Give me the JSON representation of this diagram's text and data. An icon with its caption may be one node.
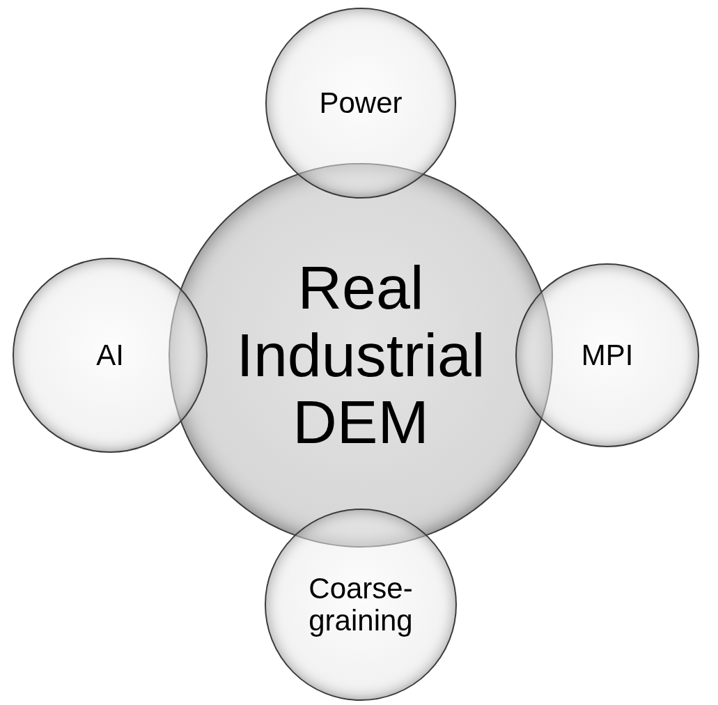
{
  "diagram": {
    "nodes": [
      {
        "text": [
          "Real Industrial DEM"
        ]
      },
      {
        "text": [
          "Power"
        ]
      },
      {
        "text": [
          "AI"
        ]
      },
      {
        "text": [
          "MPI"
        ]
      },
      {
        "text": [
          "Coarse-graining"
        ]
      }
    ]
  }
}
